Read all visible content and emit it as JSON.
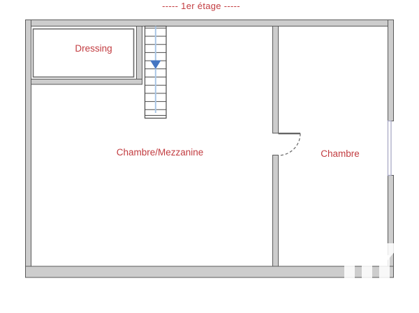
{
  "title": "----- 1er étage -----",
  "rooms": {
    "dressing": {
      "label": "Dressing"
    },
    "chambre_mezzanine": {
      "label": "Chambre/Mezzanine"
    },
    "chambre": {
      "label": "Chambre"
    }
  },
  "stairs": {
    "direction_icon": "arrow-down-icon",
    "treads": 11
  },
  "colors": {
    "label_red": "#C23C40",
    "wall_fill": "#CDCDCD",
    "wall_stroke": "#5A5A5A",
    "stair_line": "#4A4A4A",
    "stair_arrow_blue": "#4576C2",
    "stair_guide_blue": "#A9C6E6",
    "window_stroke": "#A9AAC6",
    "watermark_white": "rgba(255,255,255,0.85)"
  }
}
